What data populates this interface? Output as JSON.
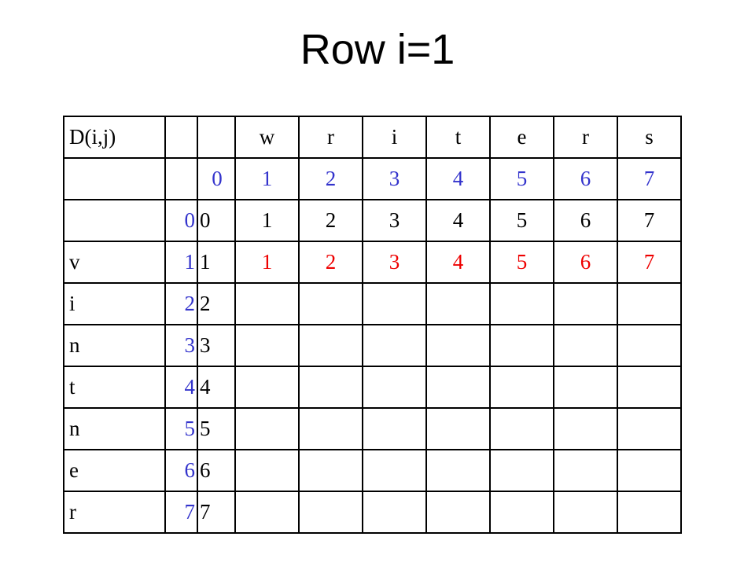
{
  "title": "Row i=1",
  "table": {
    "corner": "D(i,j)",
    "target_word": [
      "w",
      "r",
      "i",
      "t",
      "e",
      "r",
      "s"
    ],
    "column_indices": [
      "0",
      "1",
      "2",
      "3",
      "4",
      "5",
      "6",
      "7"
    ],
    "rows": [
      {
        "char": "",
        "index": "0",
        "base": "0",
        "cells": [
          "1",
          "2",
          "3",
          "4",
          "5",
          "6",
          "7"
        ]
      },
      {
        "char": "v",
        "index": "1",
        "base": "1",
        "cells": [
          "1",
          "2",
          "3",
          "4",
          "5",
          "6",
          "7"
        ]
      },
      {
        "char": "i",
        "index": "2",
        "base": "2",
        "cells": [
          "",
          "",
          "",
          "",
          "",
          "",
          ""
        ]
      },
      {
        "char": "n",
        "index": "3",
        "base": "3",
        "cells": [
          "",
          "",
          "",
          "",
          "",
          "",
          ""
        ]
      },
      {
        "char": "t",
        "index": "4",
        "base": "4",
        "cells": [
          "",
          "",
          "",
          "",
          "",
          "",
          ""
        ]
      },
      {
        "char": "n",
        "index": "5",
        "base": "5",
        "cells": [
          "",
          "",
          "",
          "",
          "",
          "",
          ""
        ]
      },
      {
        "char": "e",
        "index": "6",
        "base": "6",
        "cells": [
          "",
          "",
          "",
          "",
          "",
          "",
          ""
        ]
      },
      {
        "char": "r",
        "index": "7",
        "base": "7",
        "cells": [
          "",
          "",
          "",
          "",
          "",
          "",
          ""
        ]
      }
    ],
    "highlight_row": 1,
    "colors": {
      "index": "#3333cc",
      "highlight": "#ee0000",
      "text": "#000000"
    }
  }
}
